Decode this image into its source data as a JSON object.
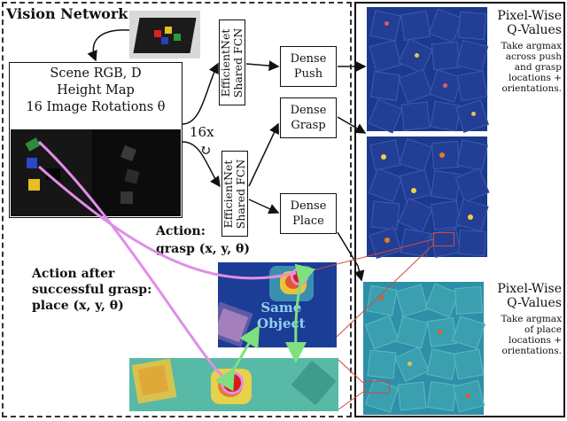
{
  "vision_network": {
    "title": "Vision Network",
    "scene_lines": [
      "Scene RGB, D",
      "Height Map",
      "16 Image Rotations θ"
    ],
    "fcn_label_top": "EfficientNet\nShared FCN",
    "fcn_label_bottom": "EfficientNet\nShared FCN",
    "rotations_label": "16x",
    "rotation_icon": "↻",
    "dense_push": [
      "Dense",
      "Push"
    ],
    "dense_grasp": [
      "Dense",
      "Grasp"
    ],
    "dense_place": [
      "Dense",
      "Place"
    ]
  },
  "action_grasp": {
    "title": "Action:",
    "value": "grasp (x, y, θ)"
  },
  "action_place": {
    "line1": "Action after",
    "line2": "successful grasp:",
    "line3": "place (x, y, θ)"
  },
  "same_object": {
    "line1": "Same",
    "line2": "Object"
  },
  "q_values_top": {
    "title_line1": "Pixel-Wise",
    "title_line2": "Q-Values",
    "desc": [
      "Take argmax",
      "across push",
      "and grasp",
      "locations +",
      "orientations."
    ]
  },
  "q_values_bottom": {
    "title_line1": "Pixel-Wise",
    "title_line2": "Q-Values",
    "desc": [
      "Take argmax",
      "of place",
      "locations +",
      "orientations."
    ]
  },
  "colors": {
    "heatmap_dark": "#1c3a8c",
    "heatmap_light": "#2d7fa8",
    "highlight_pink": "#e08ee8",
    "arrow_green": "#7ee07e",
    "marker_red": "#d81b1b"
  }
}
